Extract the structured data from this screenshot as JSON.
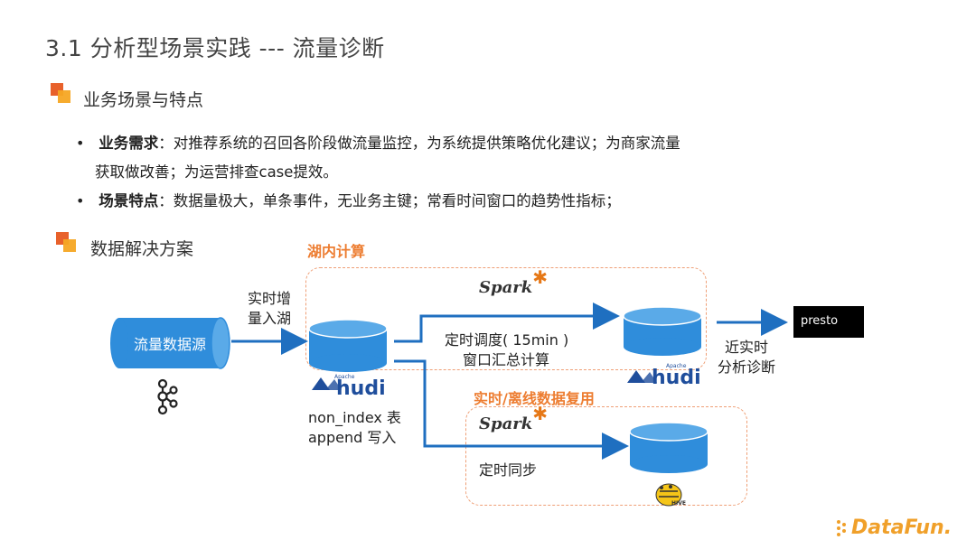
{
  "title": "3.1 分析型场景实践 --- 流量诊断",
  "section1": {
    "label": "业务场景与特点"
  },
  "bullets": [
    {
      "head": "业务需求",
      "text": "：对推荐系统的召回各阶段做流量监控，为系统提供策略优化建议；为商家流量",
      "cont": "获取做改善；为运营排查case提效。"
    },
    {
      "head": "场景特点",
      "text": "：数据量极大，单条事件，无业务主键；常看时间窗口的趋势性指标；"
    }
  ],
  "section2": {
    "label": "数据解决方案"
  },
  "diagram": {
    "lake_group_label": "湖内计算",
    "reuse_group_label": "实时/离线数据复用",
    "source_label": "流量数据源",
    "ingest_line1": "实时增",
    "ingest_line2": "量入湖",
    "hudi_note_line1": "non_index 表",
    "hudi_note_line2": "append 写入",
    "schedule_line1": "定时调度( 15min )",
    "schedule_line2": "窗口汇总计算",
    "output_line1": "近实时",
    "output_line2": "分析诊断",
    "sync_label": "定时同步",
    "spark_text": "Spark",
    "hudi_text": "hudi",
    "hudi_small": "Apache",
    "presto_text": "presto",
    "hive_text": "HIVE"
  },
  "footer": {
    "brand": "DataFun."
  },
  "colors": {
    "accent_orange": "#ed7d31",
    "arrow_blue": "#1f6fc0",
    "cylinder_blue": "#2f8ddb",
    "dashed": "#ef9f76"
  }
}
